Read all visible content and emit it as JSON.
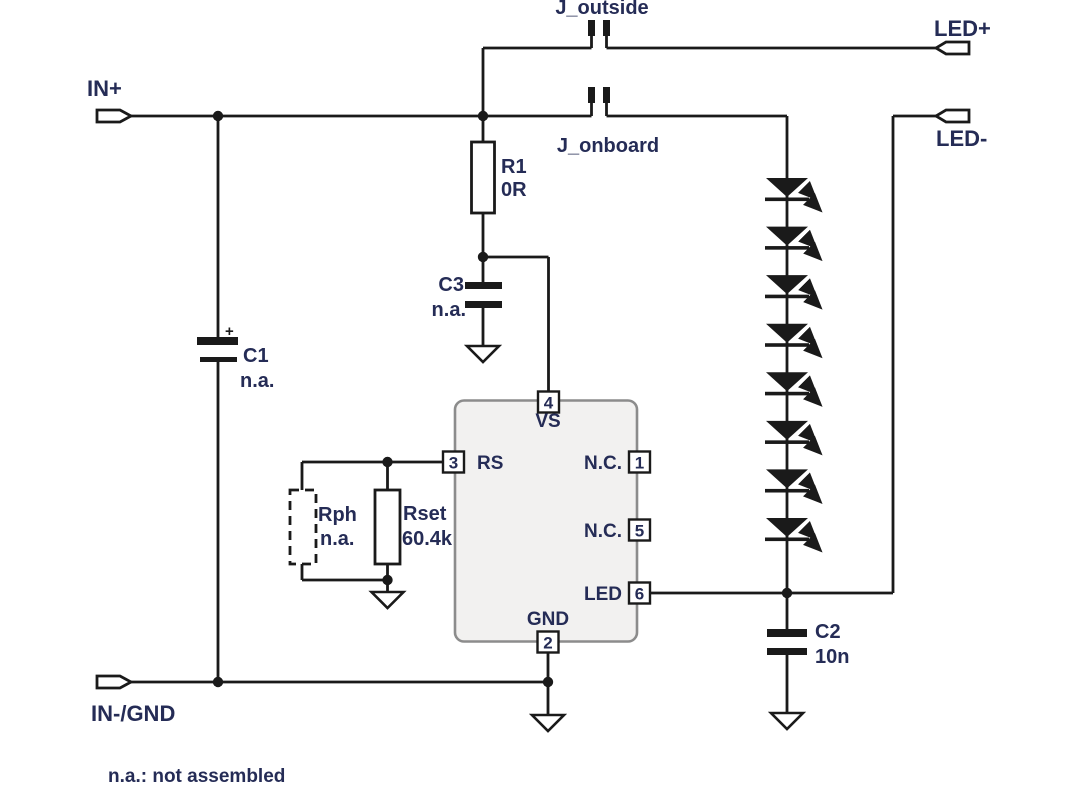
{
  "schematic": {
    "note": "n.a.: not assembled",
    "led_count": 8,
    "terminals": {
      "in_plus": "IN+",
      "in_minus_gnd": "IN-/GND",
      "led_plus": "LED+",
      "led_minus": "LED-"
    },
    "jumpers": {
      "j_outside": "J_outside",
      "j_onboard": "J_onboard"
    },
    "components": {
      "r1": {
        "ref": "R1",
        "value": "0R"
      },
      "c1": {
        "ref": "C1",
        "value": "n.a.",
        "polarity": "+"
      },
      "c2": {
        "ref": "C2",
        "value": "10n"
      },
      "c3": {
        "ref": "C3",
        "value": "n.a."
      },
      "rph": {
        "ref": "Rph",
        "value": "n.a."
      },
      "rset": {
        "ref": "Rset",
        "value": "60.4k"
      }
    },
    "ic": {
      "pins": {
        "p4": {
          "num": "4",
          "name": "VS"
        },
        "p3": {
          "num": "3",
          "name": "RS"
        },
        "p1": {
          "num": "1",
          "name": "N.C."
        },
        "p5": {
          "num": "5",
          "name": "N.C."
        },
        "p6": {
          "num": "6",
          "name": "LED"
        },
        "p2": {
          "num": "2",
          "name": "GND"
        }
      }
    },
    "colors": {
      "wire": "#1a1a1a",
      "label": "#252c56",
      "ic_fill": "#f2f1f0",
      "ic_border": "#8c8c8c"
    }
  }
}
